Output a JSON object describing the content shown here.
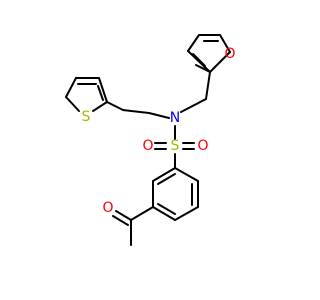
{
  "molecule": {
    "atoms": {
      "O_furan": {
        "symbol": "O",
        "color": "#FF0000"
      },
      "N": {
        "symbol": "N",
        "color": "#0000FF"
      },
      "S_thiophene": {
        "symbol": "S",
        "color": "#B2B200"
      },
      "S_sulfonyl": {
        "symbol": "S",
        "color": "#B2B200"
      },
      "O_sulfonyl_left": {
        "symbol": "O",
        "color": "#FF0000"
      },
      "O_sulfonyl_right": {
        "symbol": "O",
        "color": "#FF0000"
      },
      "O_carbonyl": {
        "symbol": "O",
        "color": "#FF0000"
      }
    }
  }
}
